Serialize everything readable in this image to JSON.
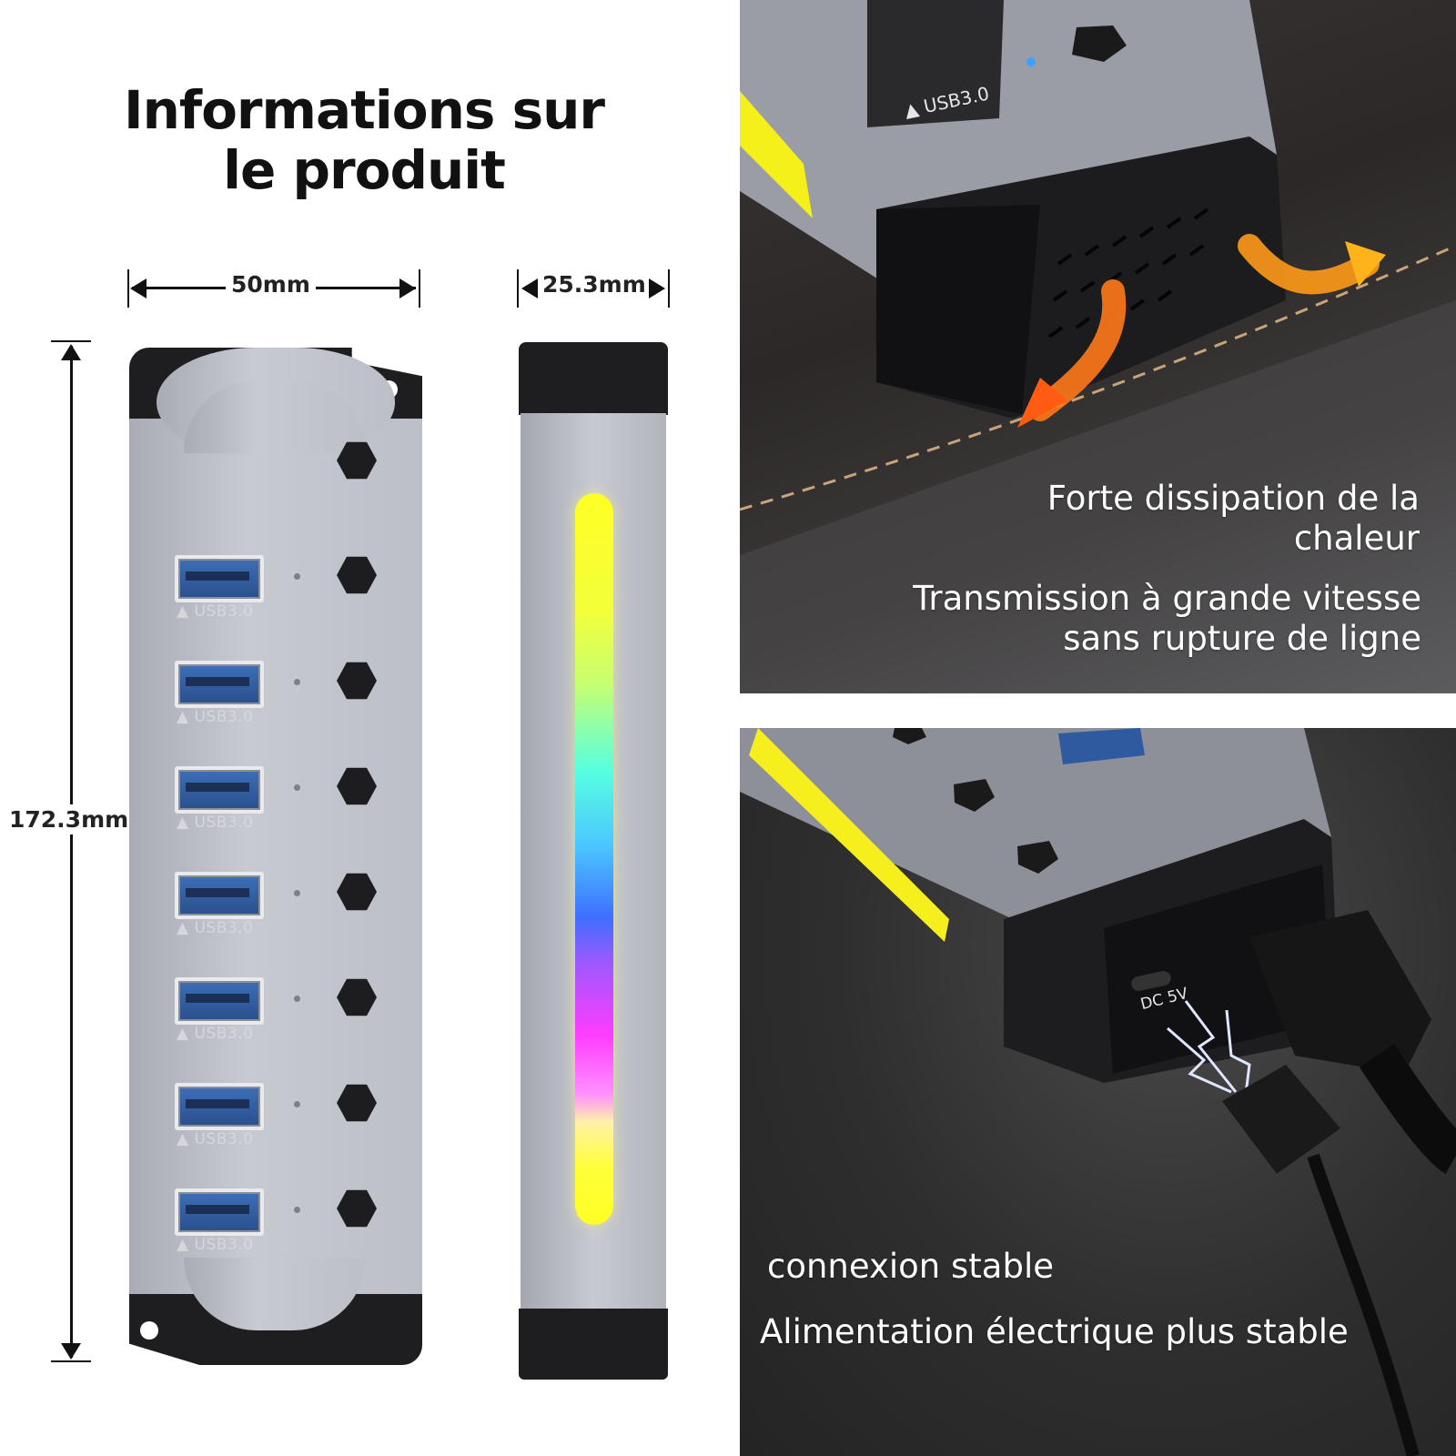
{
  "title": "Informations sur le produit",
  "dimensions": {
    "width": "50mm",
    "depth": "25.3mm",
    "height": "172.3mm"
  },
  "ports": [
    {
      "label": "USB3.0"
    },
    {
      "label": "USB3.0"
    },
    {
      "label": "USB3.0"
    },
    {
      "label": "USB3.0"
    },
    {
      "label": "USB3.0"
    },
    {
      "label": "USB3.0"
    },
    {
      "label": "USB3.0"
    }
  ],
  "photo_top": {
    "port_label": "USB3.0",
    "caption_1": "Forte dissipation de la chaleur",
    "caption_2": "Transmission à grande vitesse sans rupture de ligne"
  },
  "photo_bottom": {
    "port_label": "DC 5V",
    "caption_1": "connexion stable",
    "caption_2": "Alimentation électrique plus stable"
  },
  "colors": {
    "hub_body": "#bdbfc8",
    "hub_caps": "#1e1e20",
    "usb_port": "#3d6fb8",
    "rgb_top": "#ffff24",
    "rgb_cyan": "#56ffe0",
    "rgb_blue": "#3f6fff",
    "rgb_magenta": "#ff3cff",
    "heat_arrow": "#ff7a1a"
  }
}
